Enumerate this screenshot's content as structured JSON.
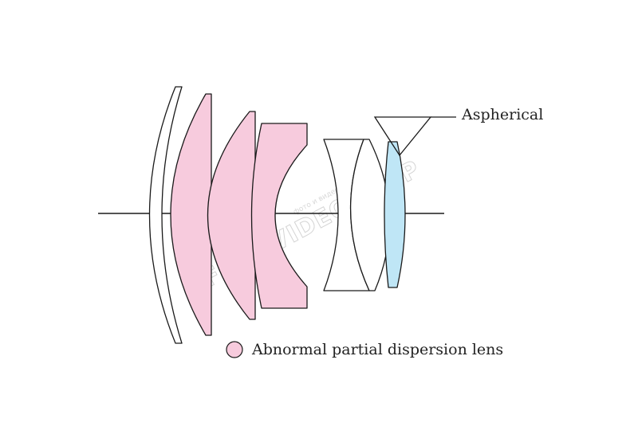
{
  "labels": {
    "aspherical": "Aspherical",
    "legend_text": "Abnormal partial dispersion lens"
  },
  "watermark": {
    "brand": "FOTOVIDEOSHOP",
    "tagline": "фото и видео техника"
  },
  "colors": {
    "outline": "#1a1a1a",
    "abnormal_dispersion": "#f7cbdd",
    "aspherical": "#bfe6f6",
    "plain": "#ffffff"
  },
  "lens_elements": [
    {
      "type": "plain"
    },
    {
      "type": "abnormal_dispersion"
    },
    {
      "type": "abnormal_dispersion"
    },
    {
      "type": "abnormal_dispersion"
    },
    {
      "type": "plain"
    },
    {
      "type": "plain"
    },
    {
      "type": "aspherical"
    }
  ]
}
